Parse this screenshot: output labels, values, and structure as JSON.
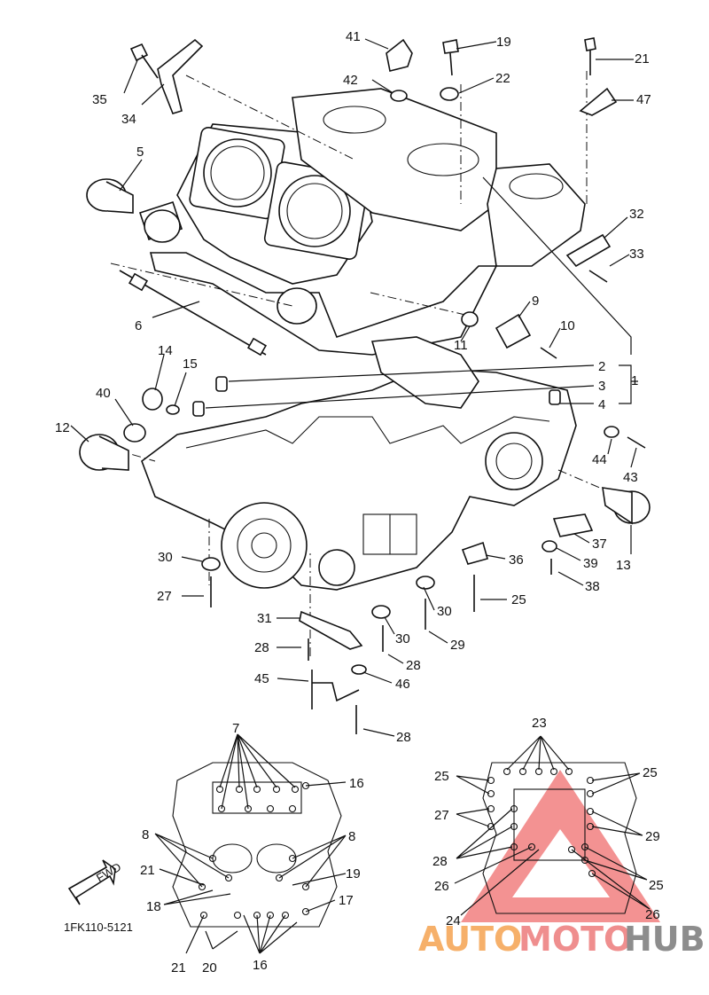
{
  "diagram_code": "1FK110-5121",
  "fwd_label": "FWD",
  "watermark": {
    "part1": "AUTO",
    "part2": "MOTO",
    "part3": "HUB",
    "color1": "#f6b06a",
    "color2": "#ef8e8e",
    "color3": "#8d8d8d",
    "triangle_color": "#ef6e6e"
  },
  "callouts": {
    "c1": "1",
    "c2": "2",
    "c3": "3",
    "c4": "4",
    "c5": "5",
    "c6": "6",
    "c7": "7",
    "c8a": "8",
    "c8b": "8",
    "c9": "9",
    "c10": "10",
    "c11": "11",
    "c12": "12",
    "c13": "13",
    "c14": "14",
    "c15": "15",
    "c16a": "16",
    "c16b": "16",
    "c17": "17",
    "c18": "18",
    "c19a": "19",
    "c19b": "19",
    "c20": "20",
    "c21a": "21",
    "c21b": "21",
    "c21c": "21",
    "c22": "22",
    "c23": "23",
    "c24": "24",
    "c25a": "25",
    "c25b": "25",
    "c25c": "25",
    "c25d": "25",
    "c26a": "26",
    "c26b": "26",
    "c27a": "27",
    "c27b": "27",
    "c28a": "28",
    "c28b": "28",
    "c28c": "28",
    "c28d": "28",
    "c29a": "29",
    "c29b": "29",
    "c30a": "30",
    "c30b": "30",
    "c30c": "30",
    "c31": "31",
    "c32": "32",
    "c33": "33",
    "c34": "34",
    "c35": "35",
    "c36": "36",
    "c37": "37",
    "c38": "38",
    "c39": "39",
    "c40": "40",
    "c41": "41",
    "c42": "42",
    "c43": "43",
    "c44": "44",
    "c45": "45",
    "c46": "46",
    "c47": "47"
  }
}
